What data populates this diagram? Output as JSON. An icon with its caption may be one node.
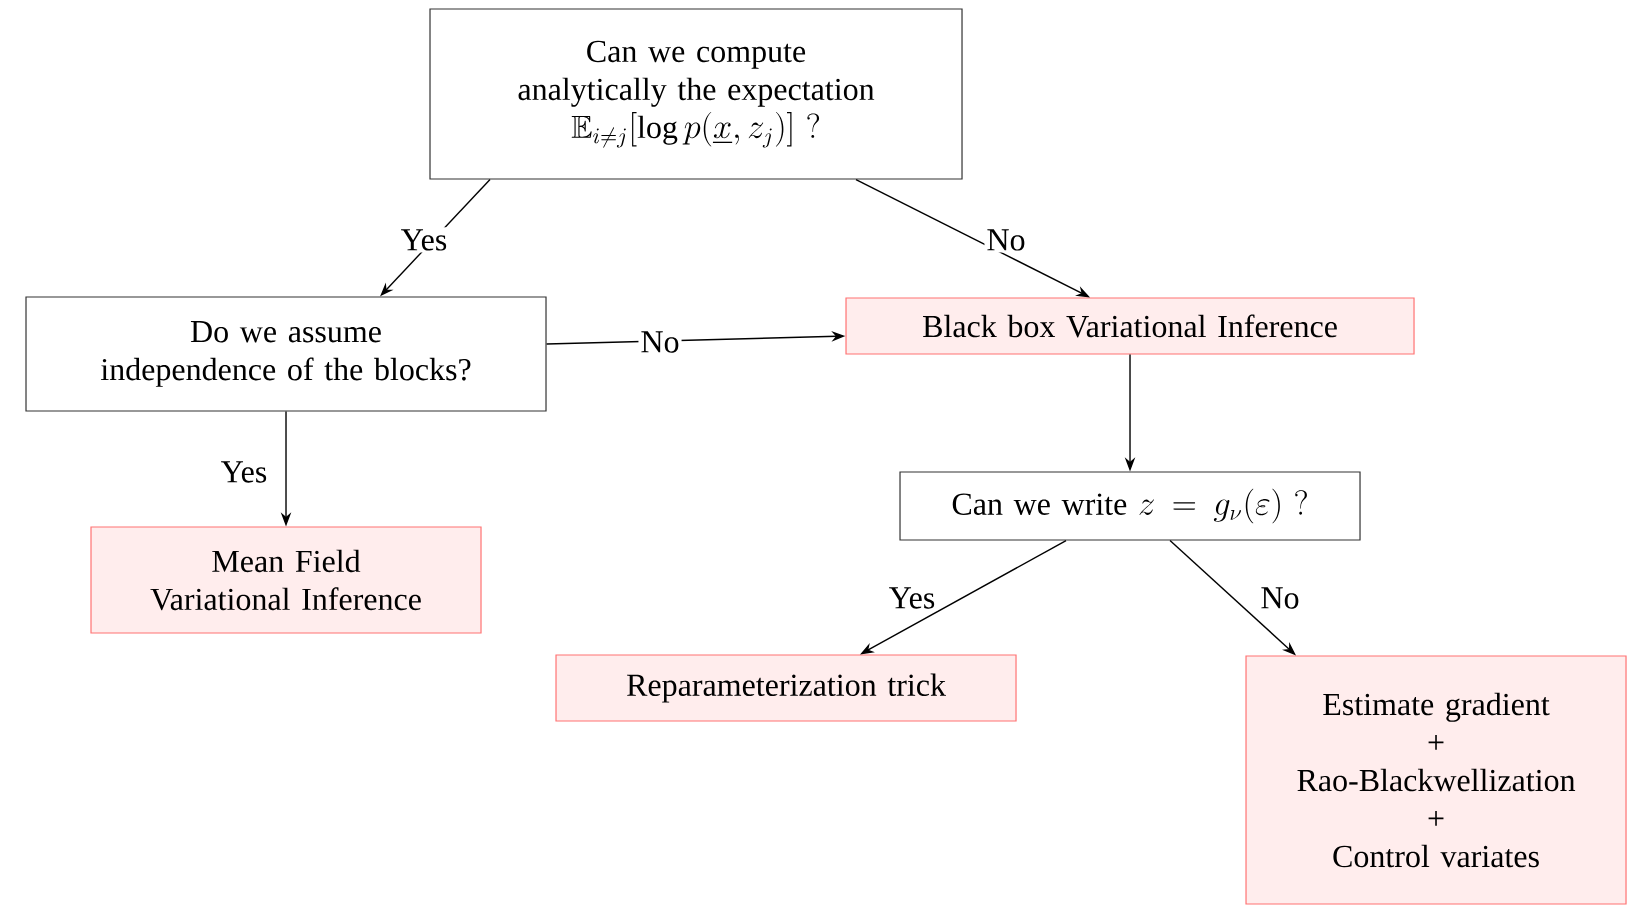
{
  "diagram": {
    "nodes": [
      {
        "text": [
          "Can we compute analytically the expectation",
          "\\mathbb{E}_{i\\neq j}[\\log p(\\underline{x}, z_j)]\\ ?"
        ]
      },
      {
        "text": [
          "Do we assume independence of the blocks?"
        ]
      },
      {
        "text": [
          "Black box Variational Inference"
        ]
      },
      {
        "text": [
          "Mean Field Variational Inference"
        ]
      },
      {
        "text": [
          "\\text{Can we write } z = g_{\\nu}(\\varepsilon)\\ ?"
        ]
      },
      {
        "text": [
          "Reparameterization trick"
        ]
      },
      {
        "text": [
          "Estimate gradient",
          "+",
          "Rao-Blackwellization",
          "+",
          "Control variates"
        ]
      }
    ],
    "edges": [
      {
        "from": 0,
        "to": 1,
        "arrow": "to",
        "label": "Yes"
      },
      {
        "from": 0,
        "to": 2,
        "arrow": "to",
        "label": "No"
      },
      {
        "from": 1,
        "to": 2,
        "arrow": "to",
        "label": "No"
      },
      {
        "from": 1,
        "to": 3,
        "arrow": "to",
        "label": "Yes"
      },
      {
        "from": 2,
        "to": 4,
        "arrow": "to"
      },
      {
        "from": 4,
        "to": 5,
        "arrow": "to",
        "label": "Yes"
      },
      {
        "from": 4,
        "to": 6,
        "arrow": "to",
        "label": "No"
      }
    ]
  }
}
